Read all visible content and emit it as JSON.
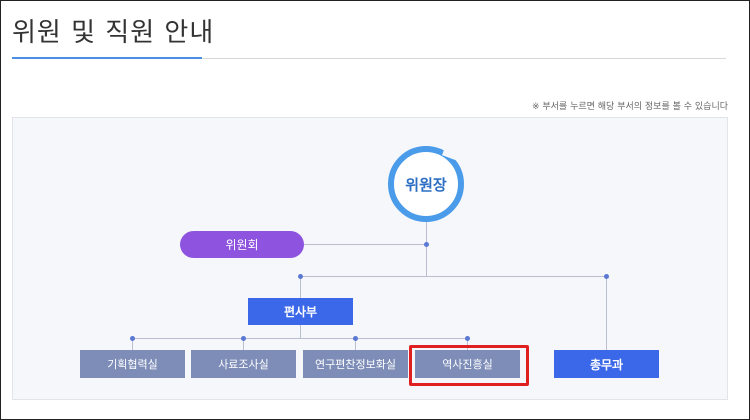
{
  "page": {
    "title": "위원 및 직원 안내",
    "notice": "※ 부서를 누르면 해당 부서의 정보를 볼 수 있습니다"
  },
  "org": {
    "chair": "위원장",
    "committee": "위원회",
    "editorial": "편사부",
    "general_affairs": "총무과",
    "sub_departments": [
      "기획협력실",
      "사료조사실",
      "연구편찬정보화실",
      "역사진흥실"
    ]
  },
  "colors": {
    "accent": "#4a90e2",
    "chair_ring": "#4a9be9",
    "committee": "#8e54e0",
    "department": "#3b68e8",
    "sub_department": "#7d8db8",
    "highlight": "#e02020"
  }
}
